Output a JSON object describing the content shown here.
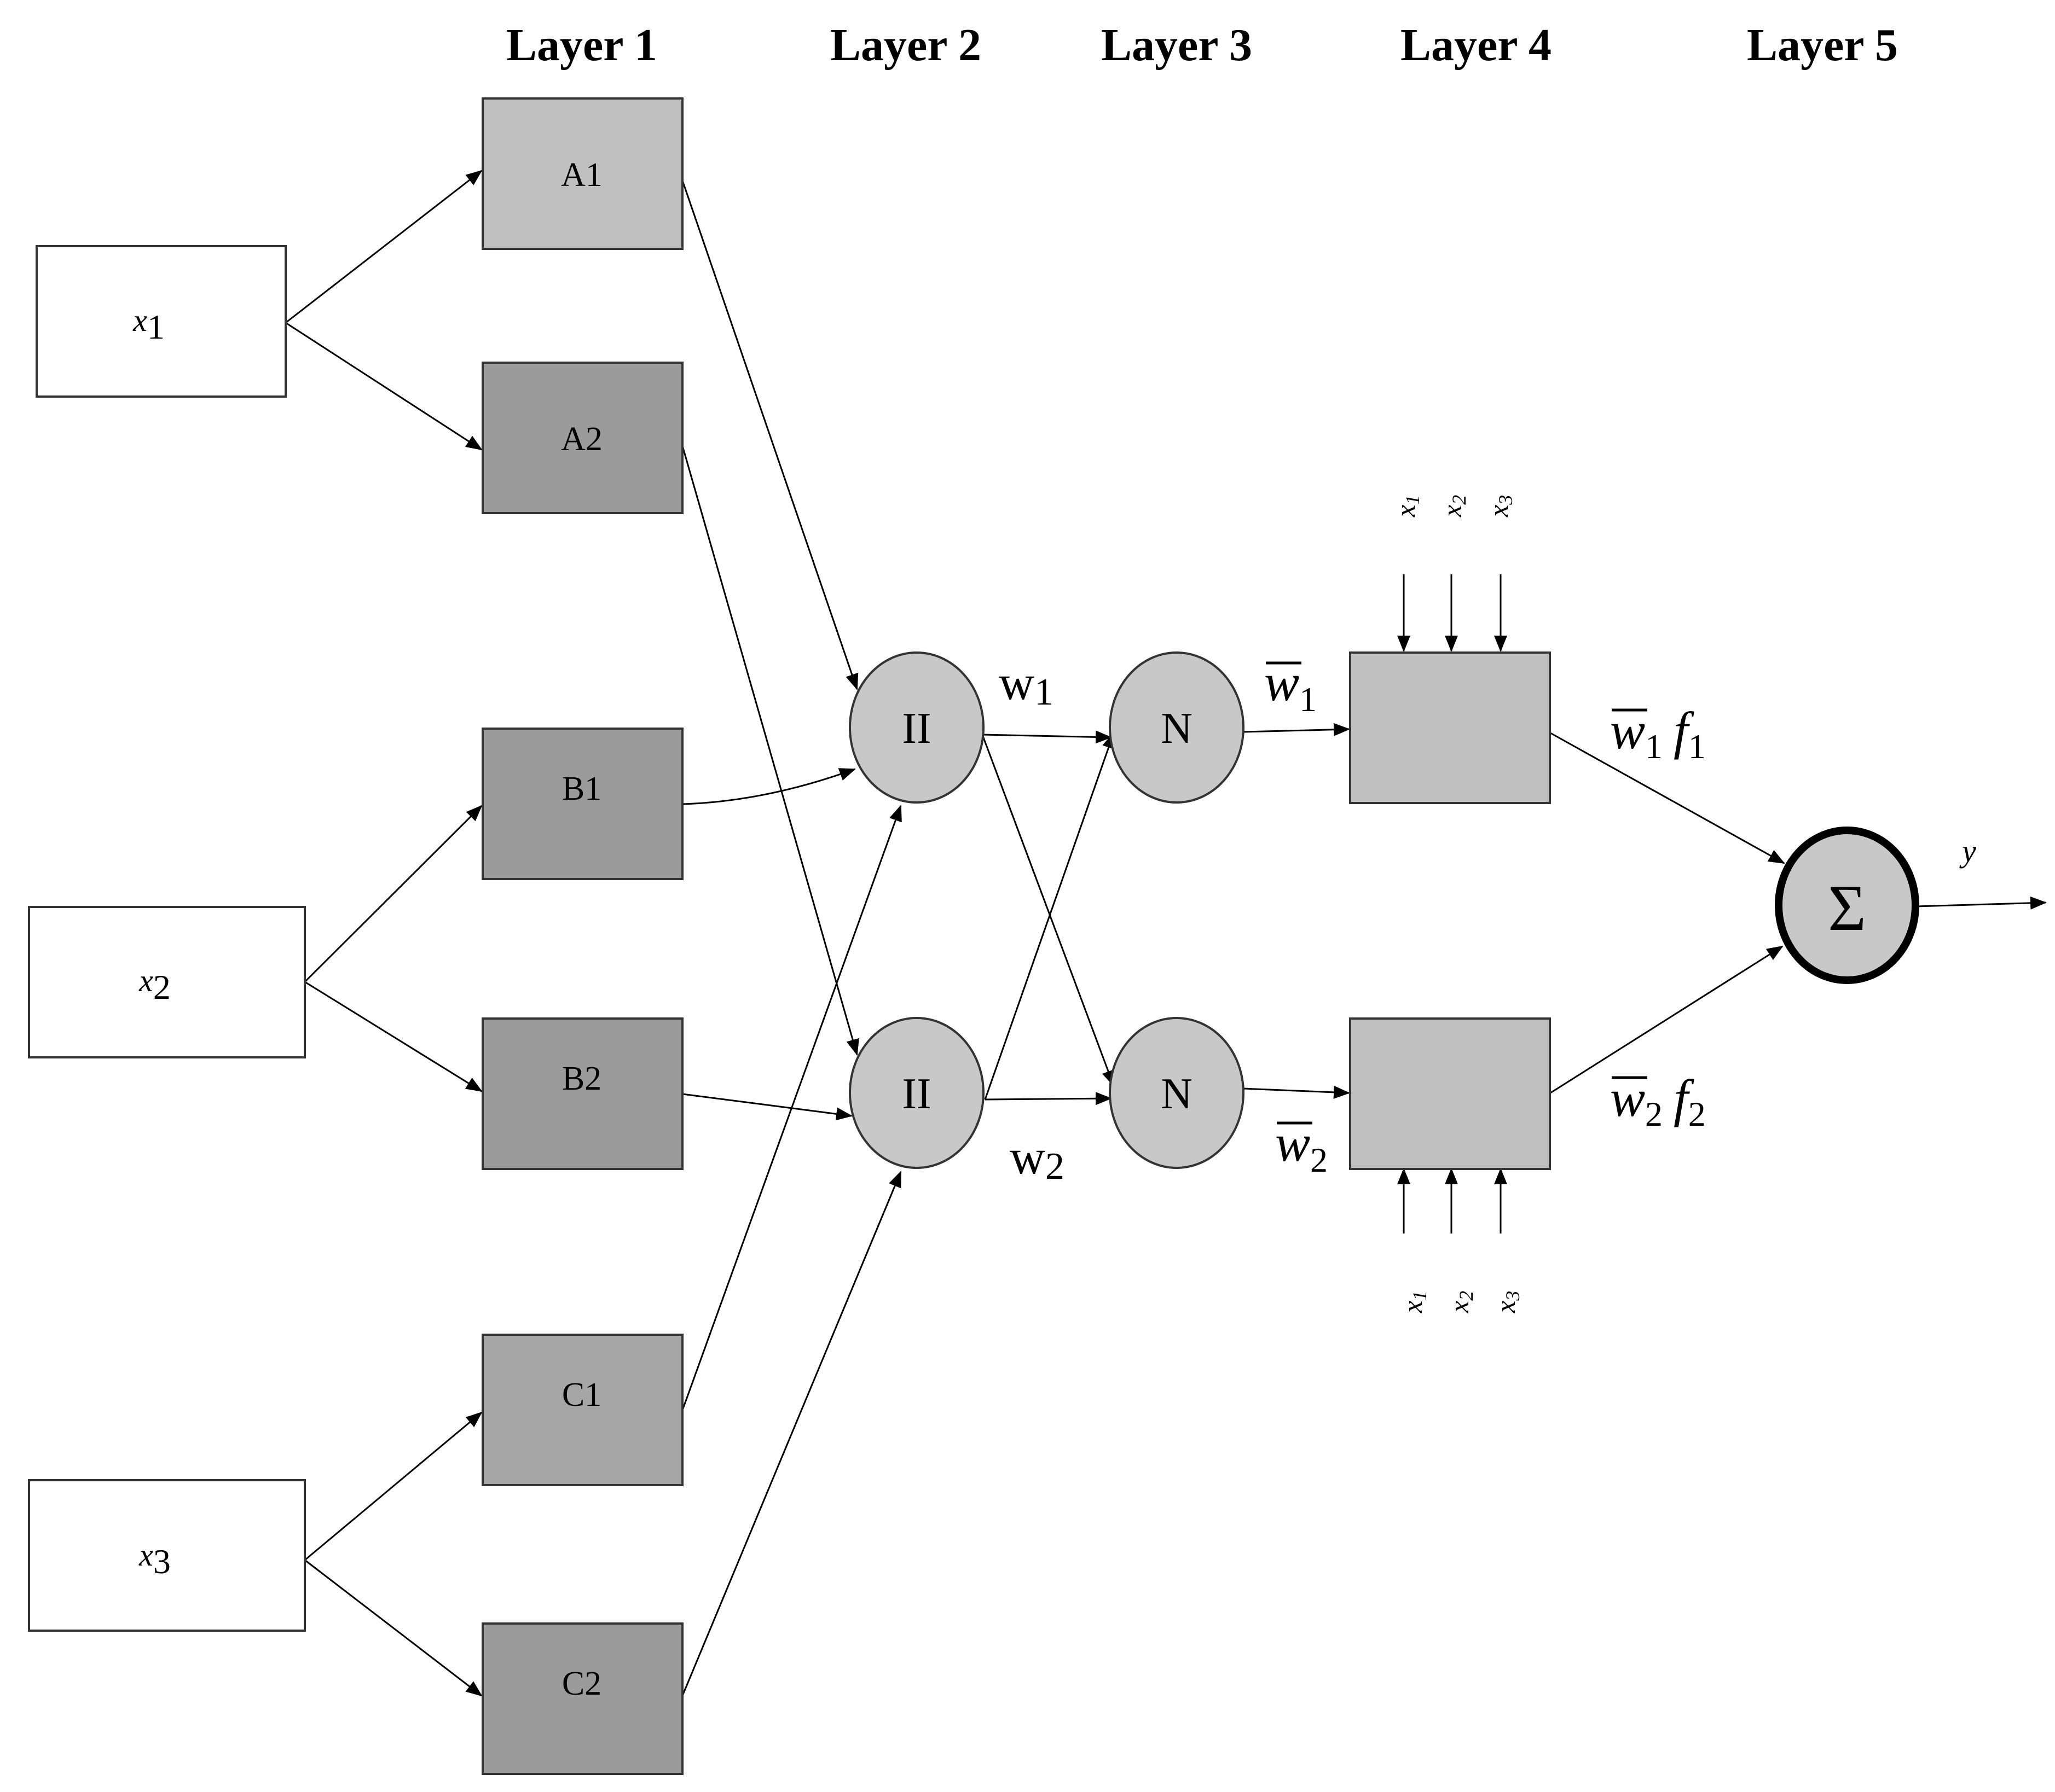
{
  "layers": [
    "Layer 1",
    "Layer 2",
    "Layer 3",
    "Layer 4",
    "Layer 5"
  ],
  "inputs": [
    {
      "var": "x",
      "sub": "1"
    },
    {
      "var": "x",
      "sub": "2"
    },
    {
      "var": "x",
      "sub": "3"
    }
  ],
  "membership": [
    "A1",
    "A2",
    "B1",
    "B2",
    "C1",
    "C2"
  ],
  "product_nodes": [
    "II",
    "II"
  ],
  "norm_nodes": [
    "N",
    "N"
  ],
  "weights": {
    "w1": {
      "base": "w",
      "sub": "1"
    },
    "w2": {
      "base": "w",
      "sub": "2"
    },
    "wbar1": {
      "base": "w",
      "sub": "1"
    },
    "wbar2": {
      "base": "w",
      "sub": "2"
    }
  },
  "rule_outputs": [
    {
      "w": "w",
      "wsub": "1",
      "f": "f",
      "fsub": "1"
    },
    {
      "w": "w",
      "wsub": "2",
      "f": "f",
      "fsub": "2"
    }
  ],
  "layer4_inputs": [
    {
      "var": "x",
      "sub": "1"
    },
    {
      "var": "x",
      "sub": "2"
    },
    {
      "var": "x",
      "sub": "3"
    }
  ],
  "sum_node": "Σ",
  "output": "y",
  "colors": {
    "light_gray": "#c0c0c0",
    "mid_gray": "#a6a6a6",
    "dark_gray": "#9b9b9b",
    "node_fill": "#c8c8c8"
  }
}
